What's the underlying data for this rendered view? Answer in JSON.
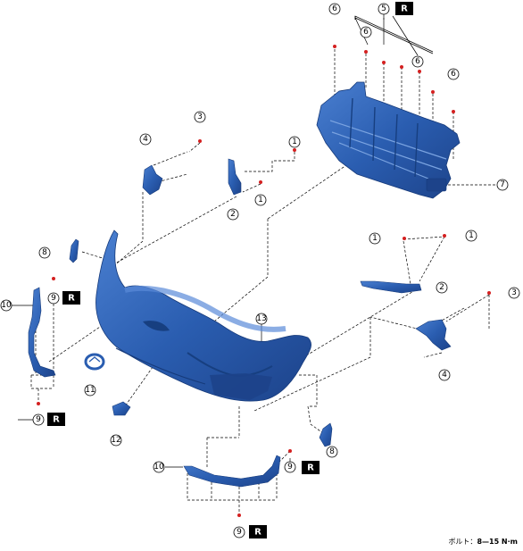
{
  "colors": {
    "part_blue": "#2a5db0",
    "part_dark": "#1d438a",
    "part_light": "#4a7fd0",
    "fastener_red": "#d42020",
    "line": "#000000"
  },
  "replace_mark": "R",
  "torque": {
    "label": "ボルト：",
    "value": "8—15 N·m"
  },
  "callouts": {
    "c1": "1",
    "c2": "2",
    "c3": "3",
    "c4": "4",
    "c5": "5",
    "c6": "6",
    "c7": "7",
    "c8": "8",
    "c9": "9",
    "c10": "10",
    "c11": "11",
    "c12": "12",
    "c13": "13"
  }
}
